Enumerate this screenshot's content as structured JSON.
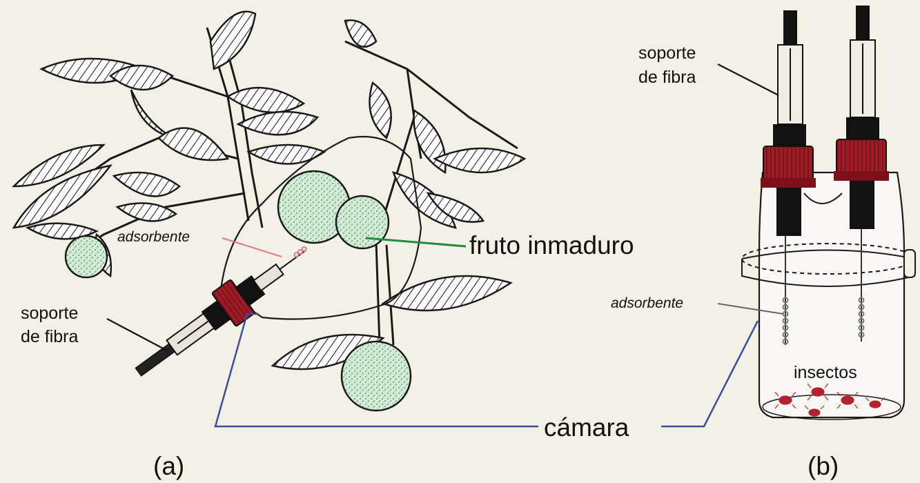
{
  "panel_a": {
    "caption": "(a)",
    "fiber_holder": [
      "soporte",
      "de fibra"
    ],
    "adsorbent": "adsorbente",
    "unripe_fruit": "fruto inmaduro"
  },
  "panel_b": {
    "caption": "(b)",
    "fiber_holder": [
      "soporte",
      "de fibra"
    ],
    "adsorbent": "adsorbente",
    "insects": "insectos"
  },
  "shared": {
    "chamber": "cámara"
  },
  "colors": {
    "background": "#f3f0e6",
    "cap_red": "#9e1b24",
    "fruit_green": "#7fbf8a",
    "fruit_label_line": "#1e8c3a",
    "adsorbent_line": "#e07a8a",
    "chamber_line": "#3b4d9c",
    "insect_red": "#b2232e"
  }
}
